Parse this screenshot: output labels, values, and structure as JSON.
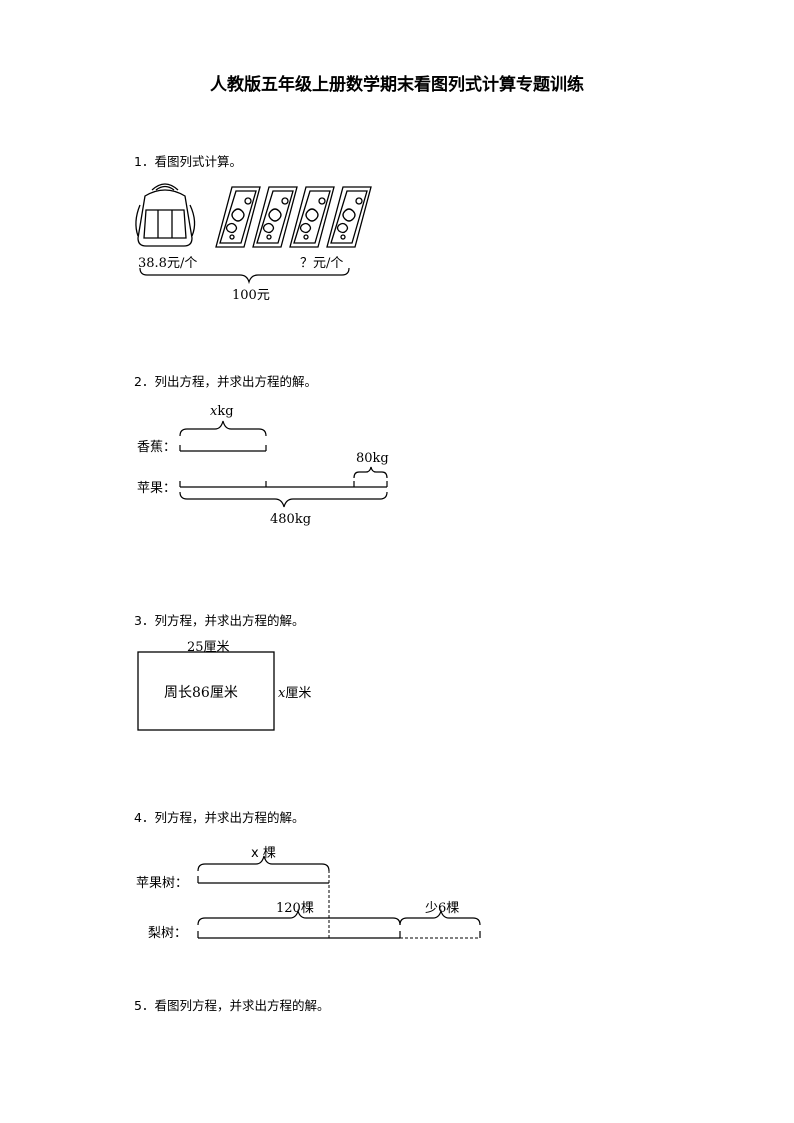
{
  "title": "人教版五年级上册数学期末看图列式计算专题训练",
  "q1": {
    "prompt": "1．看图列式计算。",
    "bag_price": "38.8元/个",
    "box_price": "？元/个",
    "total": "100元"
  },
  "q2": {
    "prompt": "2．列出方程，并求出方程的解。",
    "banana_label": "香蕉：",
    "banana_value_var": "x",
    "banana_value_unit": "kg",
    "apple_label": "苹果：",
    "extra": "80kg",
    "total": "480kg"
  },
  "q3": {
    "prompt": "3．列方程，并求出方程的解。",
    "top_length": "25厘米",
    "inside": "周长86厘米",
    "side_var": "x",
    "side_unit": "厘米"
  },
  "q4": {
    "prompt": "4．列方程，并求出方程的解。",
    "apple_tree_value": "x 棵",
    "apple_tree_label": "苹果树：",
    "pear_value": "120棵",
    "pear_less": "少6棵",
    "pear_label": "梨树："
  },
  "q5": {
    "prompt": "5．看图列方程，并求出方程的解。"
  }
}
